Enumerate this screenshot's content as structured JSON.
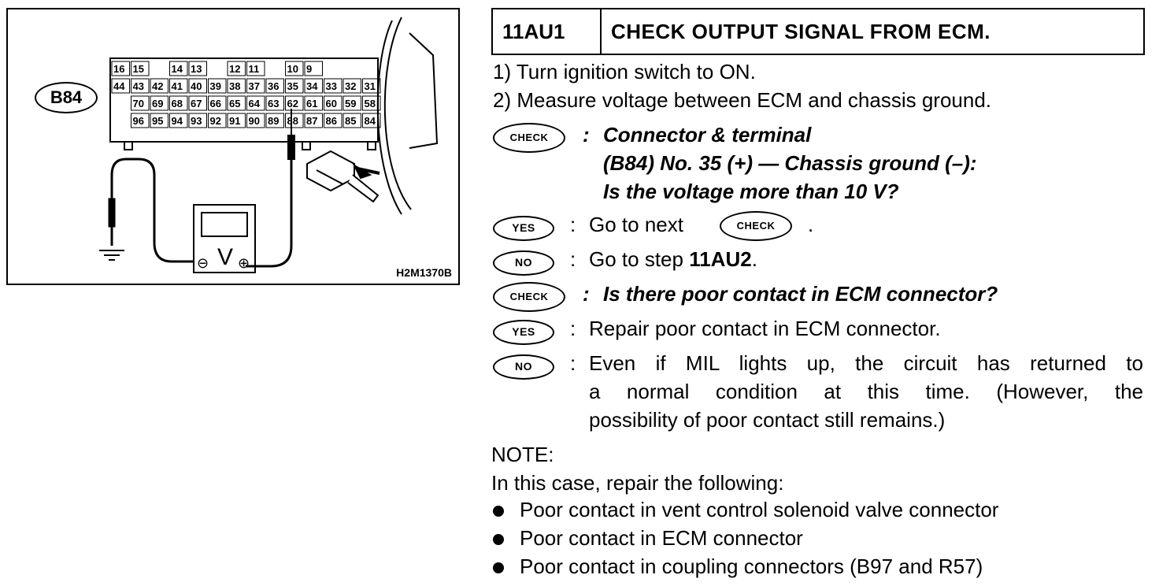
{
  "diagram": {
    "connector_label": "B84",
    "figure_id": "H2M1370B",
    "pin_rows": {
      "row1": [
        "16",
        "15",
        "",
        "14",
        "13",
        "",
        "12",
        "11",
        "",
        "10",
        "9"
      ],
      "row2": [
        "44",
        "43",
        "42",
        "41",
        "40",
        "39",
        "38",
        "37",
        "36",
        "35",
        "34",
        "33",
        "32",
        "31"
      ],
      "row3": [
        "70",
        "69",
        "68",
        "67",
        "66",
        "65",
        "64",
        "63",
        "62",
        "61",
        "60",
        "59",
        "58"
      ],
      "row4": [
        "96",
        "95",
        "94",
        "93",
        "92",
        "91",
        "90",
        "89",
        "88",
        "87",
        "86",
        "85",
        "84"
      ]
    },
    "meter_symbol": "V",
    "meter_neg": "⊖",
    "meter_pos": "⊕"
  },
  "step": {
    "code": "11AU1",
    "title": "CHECK OUTPUT SIGNAL FROM ECM."
  },
  "instructions": [
    "1) Turn ignition switch to ON.",
    "2) Measure voltage between ECM and chassis ground."
  ],
  "badges": {
    "check": "CHECK",
    "yes": "YES",
    "no": "NO"
  },
  "check1": {
    "line1": "Connector & terminal",
    "line2": "(B84) No. 35 (+) — Chassis ground (–):",
    "line3": "Is the voltage more than 10 V?"
  },
  "yes1": {
    "text": "Go to next",
    "suffix": "."
  },
  "no1": {
    "text": "Go to step ",
    "step": "11AU2",
    "suffix": "."
  },
  "check2": {
    "text": "Is there poor contact in ECM connector?"
  },
  "yes2": {
    "text": "Repair poor contact in ECM connector."
  },
  "no2": {
    "line1": "Even if MIL lights up, the circuit has returned to",
    "line2": "a normal condition at this time. (However, the",
    "line3": "possibility of poor contact still remains.)"
  },
  "note": {
    "title": "NOTE:",
    "intro": "In this case, repair the following:",
    "items": [
      "Poor contact in vent control solenoid valve connector",
      "Poor contact in ECM connector",
      "Poor contact in coupling connectors (B97 and R57)"
    ]
  }
}
